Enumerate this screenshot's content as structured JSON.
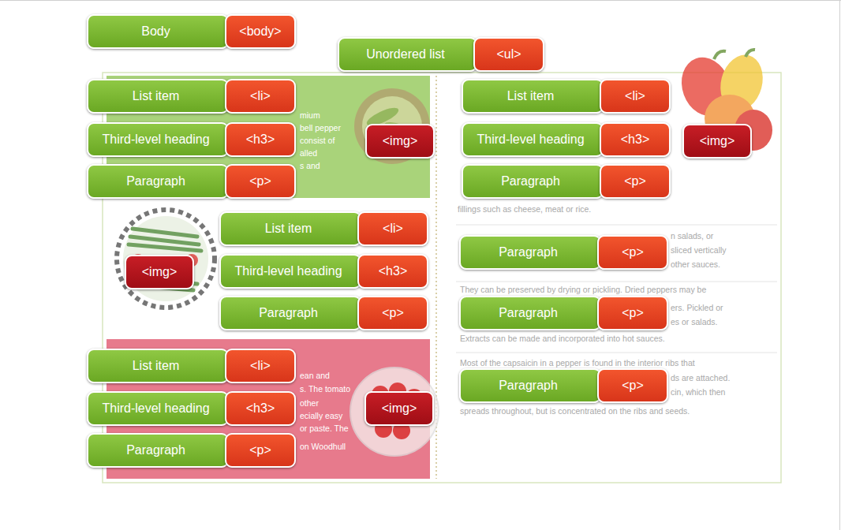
{
  "diagram": {
    "nodes": [
      {
        "text": [
          "Body"
        ]
      },
      {
        "text": [
          "<body>"
        ],
        "in": 0
      },
      {
        "text": [
          "Unordered list"
        ]
      },
      {
        "text": [
          "<ul>"
        ],
        "in": 2
      },
      {
        "text": [
          "List item"
        ]
      },
      {
        "text": [
          "<li>"
        ],
        "in": 4
      },
      {
        "text": [
          "List item"
        ]
      },
      {
        "text": [
          "<li>"
        ],
        "in": 6
      },
      {
        "text": [
          "Third-level heading"
        ]
      },
      {
        "text": [
          "<h3>"
        ],
        "in": 8
      },
      {
        "text": [
          "<img>"
        ]
      },
      {
        "text": [
          "Third-level heading"
        ]
      },
      {
        "text": [
          "<h3>"
        ],
        "in": 11
      },
      {
        "text": [
          "<img>"
        ]
      },
      {
        "text": [
          "Paragraph"
        ]
      },
      {
        "text": [
          "<p>"
        ],
        "in": 14
      },
      {
        "text": [
          "Paragraph"
        ]
      },
      {
        "text": [
          "<p>"
        ],
        "in": 16
      },
      {
        "text": [
          "List item"
        ]
      },
      {
        "text": [
          "<li>"
        ],
        "in": 18
      },
      {
        "text": [
          "<img>"
        ]
      },
      {
        "text": [
          "Third-level heading"
        ]
      },
      {
        "text": [
          "<h3>"
        ],
        "in": 21
      },
      {
        "text": [
          "Paragraph"
        ]
      },
      {
        "text": [
          "<p>"
        ],
        "in": 23
      },
      {
        "text": [
          "Paragraph"
        ]
      },
      {
        "text": [
          "<p>"
        ],
        "in": 25
      },
      {
        "text": [
          "Paragraph"
        ]
      },
      {
        "text": [
          "<p>"
        ],
        "in": 27
      },
      {
        "text": [
          "List item"
        ]
      },
      {
        "text": [
          "<li>"
        ],
        "in": 29
      },
      {
        "text": [
          "Paragraph"
        ]
      },
      {
        "text": [
          "<p>"
        ],
        "in": 31
      },
      {
        "text": [
          "Third-level heading"
        ]
      },
      {
        "text": [
          "<h3>"
        ],
        "in": 33
      },
      {
        "text": [
          "<img>"
        ]
      },
      {
        "text": [
          "Paragraph"
        ]
      },
      {
        "text": [
          "<p>"
        ],
        "in": 36
      }
    ],
    "edges": [],
    "labels": [
      "mium",
      "bell pepper",
      "consist of",
      "alled",
      "s and",
      "fillings such as cheese, meat or rice.",
      "n salads, or",
      "sliced vertically",
      "other sauces.",
      "They can be preserved by drying or pickling. Dried peppers may be",
      "ers. Pickled or",
      "es or salads.",
      "Extracts can be made and incorporated into hot sauces.",
      "Most of the capsaicin in a pepper is found in the interior ribs that",
      "ds are attached.",
      "cin, which then",
      "spreads throughout, but is concentrated on the ribs and seeds.",
      "ean and",
      "s. The tomato",
      "other",
      "ecially easy",
      "or paste. The",
      "on Woodhull"
    ]
  }
}
